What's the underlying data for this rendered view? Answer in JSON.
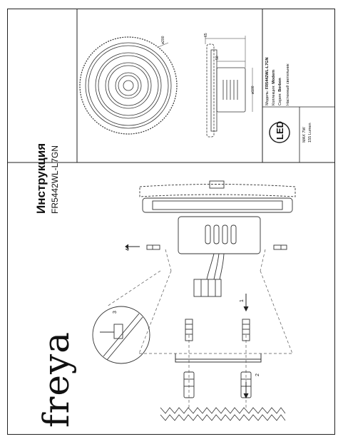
{
  "brand": "freya",
  "document": {
    "title": "Инструкция",
    "model_code": "FR5442WL-L7GN"
  },
  "spec_table": {
    "model_label": "Модель:",
    "model_value": "FR5442WL-L7GN",
    "collection_label": "Коллекция:",
    "collection_value": "Modern",
    "series_label": "Серия:",
    "series_value": "Borbon",
    "type_value": "Настенный светильник",
    "led_label": "LED",
    "power": "MAX 7W",
    "lumen": "155 Lumen"
  },
  "dimensions": {
    "diameter": "ø200",
    "depth_total": "65",
    "depth_body": "50",
    "body_diameter": "ø100"
  },
  "steps": [
    "1",
    "2",
    "3",
    "4"
  ],
  "colors": {
    "line": "#222222",
    "dashed": "#555555"
  }
}
